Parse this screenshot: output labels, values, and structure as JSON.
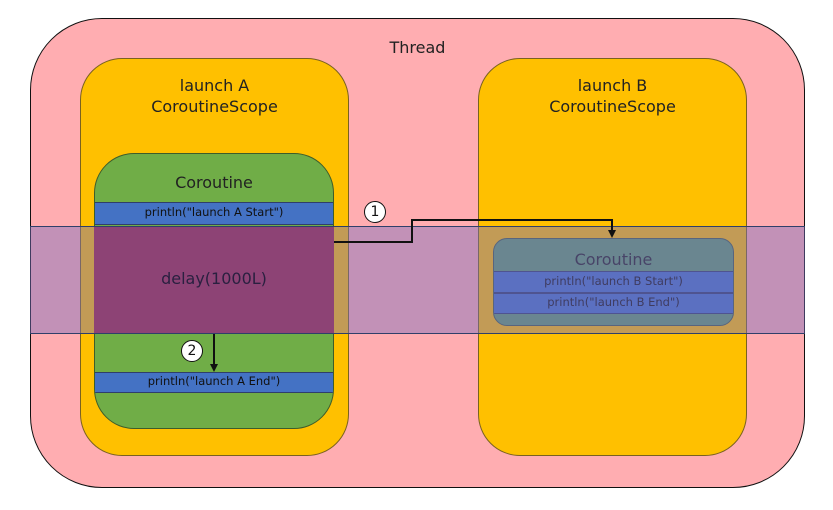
{
  "thread": {
    "label": "Thread"
  },
  "scopes": [
    {
      "line1": "launch A",
      "line2": "CoroutineScope"
    },
    {
      "line1": "launch B",
      "line2": "CoroutineScope"
    }
  ],
  "coroutine_a": {
    "label": "Coroutine",
    "start": "println(\"launch A Start\")",
    "delay": "delay(1000L)",
    "end": "println(\"launch A End\")"
  },
  "coroutine_b": {
    "label": "Coroutine",
    "start": "println(\"launch B Start\")",
    "end": "println(\"launch B End\")"
  },
  "steps": [
    "1",
    "2"
  ],
  "colors": {
    "thread": "#ffadb1",
    "scope": "#ffc000",
    "coroutine": "#70ad47",
    "code": "#4472c4",
    "delay": "#9e1f3a",
    "suspend_band": "#9a8fc8"
  }
}
